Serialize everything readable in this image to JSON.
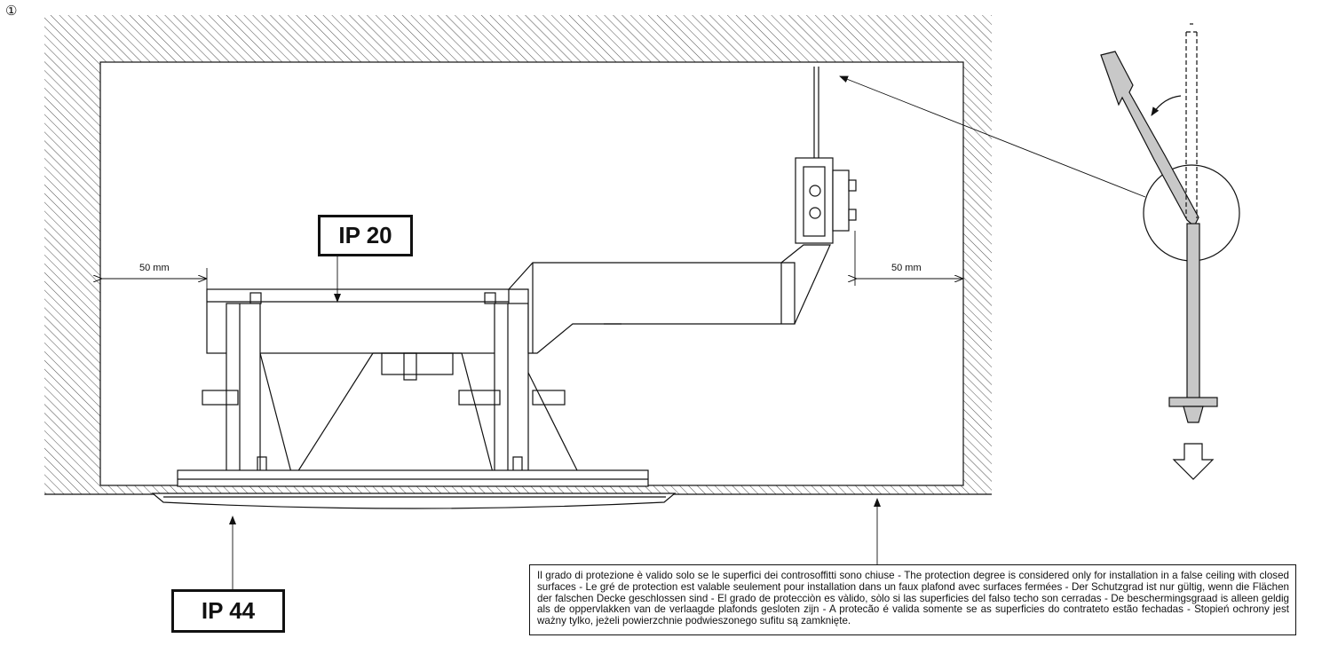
{
  "figure": {
    "number": "①"
  },
  "labels": {
    "ip20": "IP 20",
    "ip44": "IP 44",
    "clearance_left": "50 mm",
    "clearance_right": "50 mm"
  },
  "note": {
    "text": "Il grado di protezione è valido solo se le superfici dei controsoffitti sono chiuse - The protection degree is considered only for installation in a false ceiling with closed surfaces - Le gré de protection est valable seulement pour installation dans un faux plafond avec surfaces fermées - Der Schutzgrad ist nur gültig, wenn die Flächen der falschen Decke geschlossen sind - El grado de protecciòn es vàlido, sòlo si las superficies del falso techo son cerradas - De beschermingsgraad is alleen geldig als de oppervlakken van de verlaagde plafonds gesloten zijn - A protecão é valida somente se as superficies do contrateto estão fechadas - Stopień ochrony jest ważny tylko, jeżeli powierzchnie podwieszonego sufitu są zamknięte."
  },
  "colors": {
    "line": "#111111",
    "background": "#ffffff",
    "bracket_fill": "#c8c8c8"
  }
}
